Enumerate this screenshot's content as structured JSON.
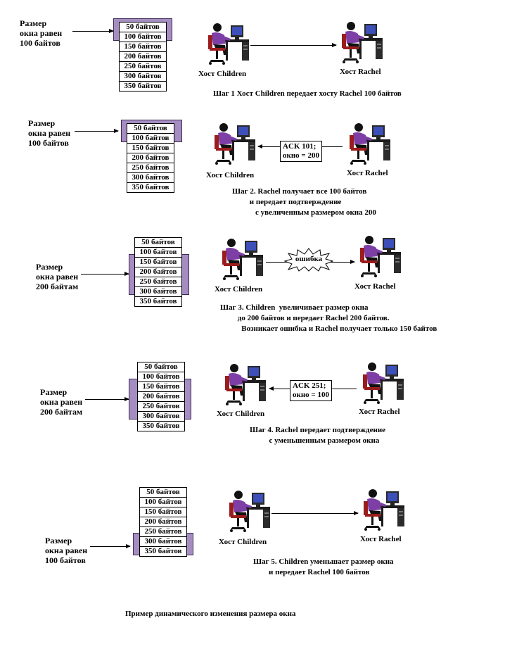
{
  "segments": [
    "50 байтов",
    "100 байтов",
    "150 байтов",
    "200 байтов",
    "250 байтов",
    "300 байтов",
    "350 байтов"
  ],
  "hosts": {
    "sender": "Хост Children",
    "receiver": "Хост Rachel"
  },
  "colors": {
    "window_frame": "#a58dc1",
    "person_shirt": "#7d3fa6",
    "chair": "#9b1c1c"
  },
  "steps": [
    {
      "window_label": "Размер\nокна равен\n100 байтов",
      "window_segments": [
        1,
        2
      ],
      "direction": "right",
      "ack": "",
      "error": "",
      "caption": "Шаг 1 Хост Children передает хосту Rachel 100 байтов"
    },
    {
      "window_label": "Размер\nокна равен\n100 байтов",
      "window_segments": [
        1,
        2
      ],
      "direction": "left",
      "ack": "ACK 101;\nокно = 200",
      "error": "",
      "caption": "Шаг 2. Rachel получает все 100 байтов\n         и передает подтверждение\n            с увеличенным размером окна 200"
    },
    {
      "window_label": "Размер\nокна равен\n200 байтам",
      "window_segments": [
        3,
        6
      ],
      "direction": "right",
      "ack": "",
      "error": "ошибка",
      "caption": "Шаг 3. Children  увеличивает размер окна\n         до 200 байтов и передает Rachel 200 байтов.\n           Возникает ошибка и Rachel получает только 150 байтов"
    },
    {
      "window_label": "Размер\nокна равен\n200 байтам",
      "window_segments": [
        3,
        6
      ],
      "direction": "left",
      "ack": "ACK 251;\nокно = 100",
      "error": "",
      "caption": "Шаг 4. Rachel передает подтверждение\n          с уменьшенным размером окна"
    },
    {
      "window_label": "Размер\nокна равен\n100 байтов",
      "window_segments": [
        6,
        7
      ],
      "direction": "right",
      "ack": "",
      "error": "",
      "caption": "Шаг 5. Children уменьшает размер окна\n        и передает Rachel 100 байтов"
    }
  ],
  "footer": "Пример динамического изменения размера окна"
}
